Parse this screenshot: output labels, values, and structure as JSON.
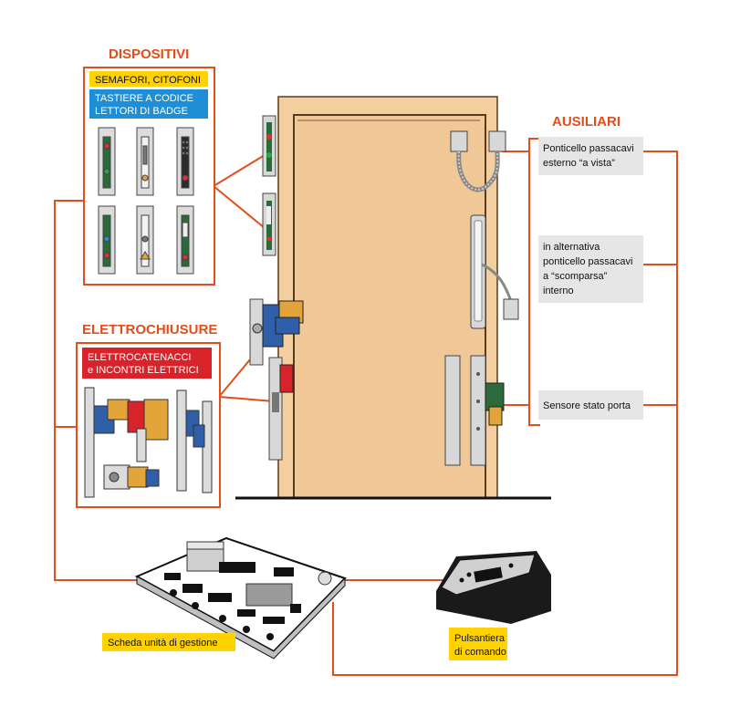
{
  "sections": {
    "dispositivi": {
      "title": "DISPOSITIVI",
      "tag_yellow": "SEMAFORI, CITOFONI",
      "tag_blue_line1": "TASTIERE A CODICE",
      "tag_blue_line2": "LETTORI DI BADGE"
    },
    "elettrochiusure": {
      "title": "ELETTROCHIUSURE",
      "tag_red_line1": "ELETTROCATENACCI",
      "tag_red_line2": "e INCONTRI ELETTRICI"
    },
    "ausiliari": {
      "title": "AUSILIARI",
      "item1_line1": "Ponticello passacavi",
      "item1_line2": "esterno “a vista”",
      "item2_line1": "in alternativa",
      "item2_line2": "ponticello passacavi",
      "item2_line3": "a “scomparsa”",
      "item2_line4": "interno",
      "item3": "Sensore stato porta"
    }
  },
  "labels": {
    "scheda": "Scheda unità di gestione",
    "pulsantiera_line1": "Pulsantiera",
    "pulsantiera_line2": "di comando"
  },
  "colors": {
    "accent": "#e24e1b",
    "yellow_tag": "#ffd200",
    "blue_tag": "#1e8fd6",
    "red_tag": "#d8232a",
    "door": "#f3cfa0",
    "label_box": "#e6e6e6"
  }
}
